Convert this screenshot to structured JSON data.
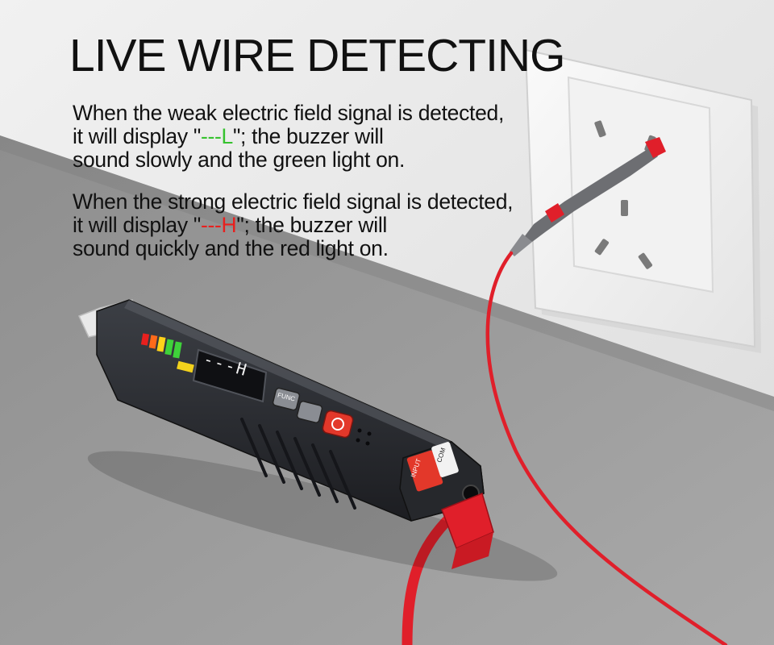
{
  "title": "LIVE WIRE DETECTING",
  "paragraphs": [
    {
      "line1": "When the weak electric field signal is detected,",
      "line2_pre": "it will display \"",
      "code": "---L",
      "line2_post": "\"; the buzzer will",
      "line3": "sound slowly and the green light on."
    },
    {
      "line1": "When the strong electric field signal is detected,",
      "line2_pre": "it will display \"",
      "code": "---H",
      "line2_post": "\"; the buzzer will",
      "line3": "sound quickly and the red light on."
    }
  ],
  "device": {
    "display_reading": "---H",
    "func_button": "FUNC",
    "port_com": "COM",
    "port_input": "INPUT"
  },
  "colors": {
    "green_code": "#35c22e",
    "red_code": "#e8201e",
    "probe_red": "#e01f2a",
    "device_body": "#2b2d31"
  }
}
